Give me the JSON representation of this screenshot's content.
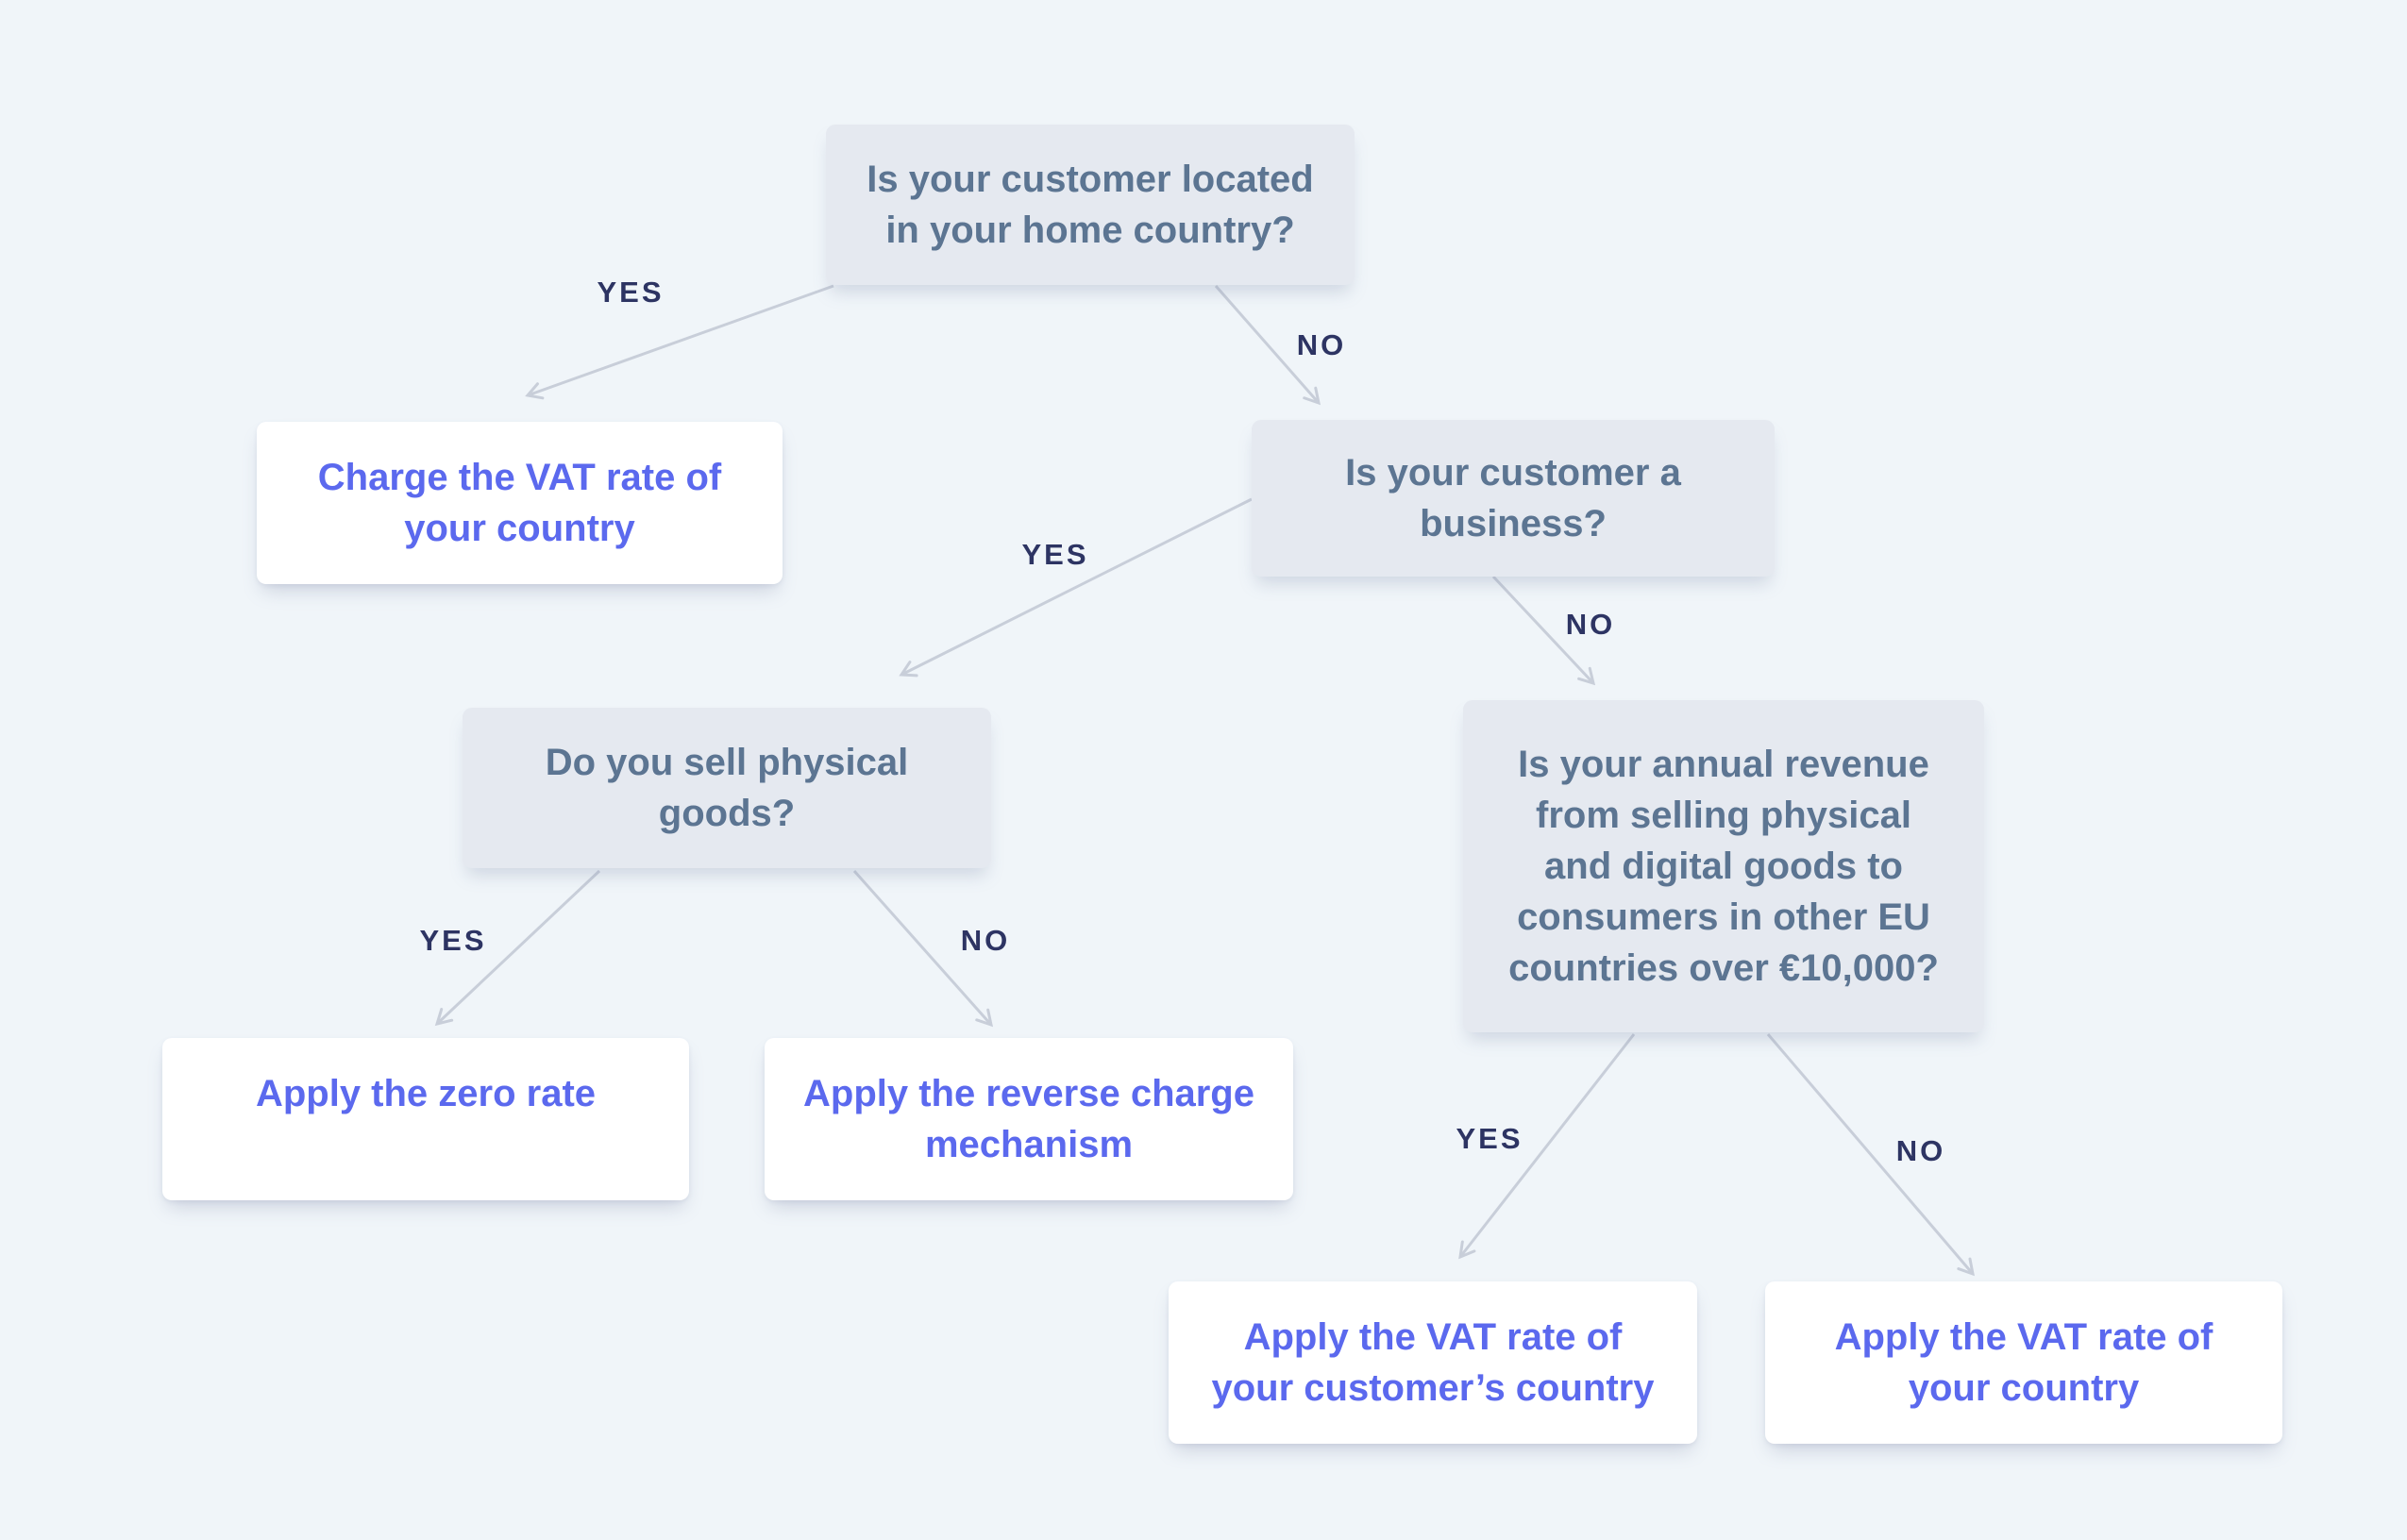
{
  "palette": {
    "background": "#f0f5f9",
    "question_box_fill": "#e5e9f0",
    "question_text": "#5c7592",
    "answer_box_fill": "#ffffff",
    "answer_text": "#5b69ee",
    "yes_no_label_text": "#2d3463",
    "arrow": "#c8ced9"
  },
  "nodes": {
    "q1": {
      "text": "Is your customer located\nin your home country?"
    },
    "r1": {
      "text": "Charge the VAT rate of\nyour country"
    },
    "q2": {
      "text": "Is your customer a\nbusiness?"
    },
    "q3": {
      "text": "Do you sell physical\ngoods?"
    },
    "q4": {
      "text": "Is your annual revenue\nfrom selling physical\nand digital goods to\nconsumers in other EU\ncountries over €10,000?"
    },
    "r2": {
      "text": "Apply the zero rate"
    },
    "r3": {
      "text": "Apply the reverse charge\nmechanism"
    },
    "r4": {
      "text": "Apply the VAT rate of\nyour customer’s country"
    },
    "r5": {
      "text": "Apply the VAT rate of\nyour country"
    }
  },
  "edges": {
    "q1_r1": {
      "label": "YES"
    },
    "q1_q2": {
      "label": "NO"
    },
    "q2_q3": {
      "label": "YES"
    },
    "q2_q4": {
      "label": "NO"
    },
    "q3_r2": {
      "label": "YES"
    },
    "q3_r3": {
      "label": "NO"
    },
    "q4_r4": {
      "label": "YES"
    },
    "q4_r5": {
      "label": "NO"
    }
  }
}
